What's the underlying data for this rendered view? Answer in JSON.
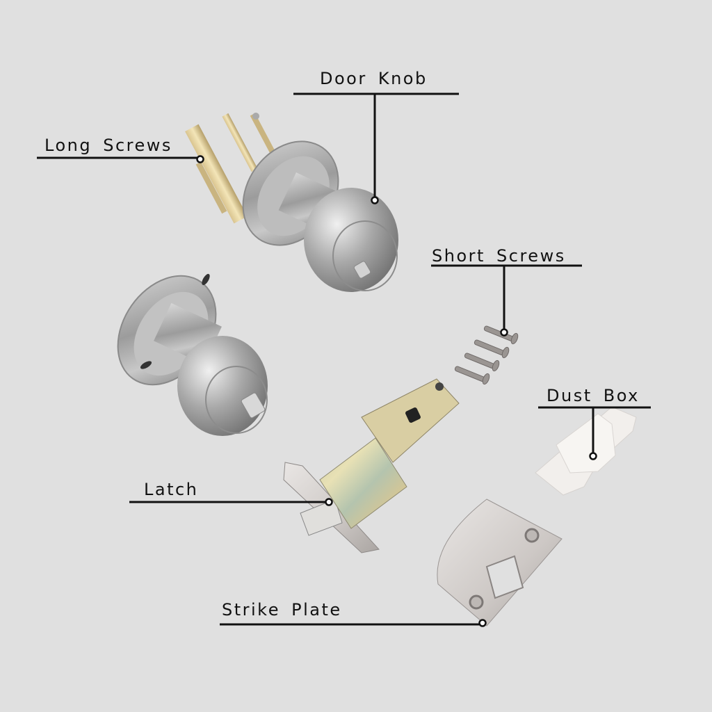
{
  "diagram": {
    "background": "#e0e0e0",
    "line_color": "#111111",
    "callouts": [
      {
        "id": "door-knob",
        "label": "Door Knob"
      },
      {
        "id": "long-screws",
        "label": "Long Screws"
      },
      {
        "id": "short-screws",
        "label": "Short Screws"
      },
      {
        "id": "dust-box",
        "label": "Dust Box"
      },
      {
        "id": "latch",
        "label": "Latch"
      },
      {
        "id": "strike-plate",
        "label": "Strike Plate"
      }
    ],
    "parts": [
      "door-knob-exterior",
      "door-knob-interior",
      "long-screws",
      "short-screws",
      "dust-box",
      "latch",
      "strike-plate"
    ]
  }
}
